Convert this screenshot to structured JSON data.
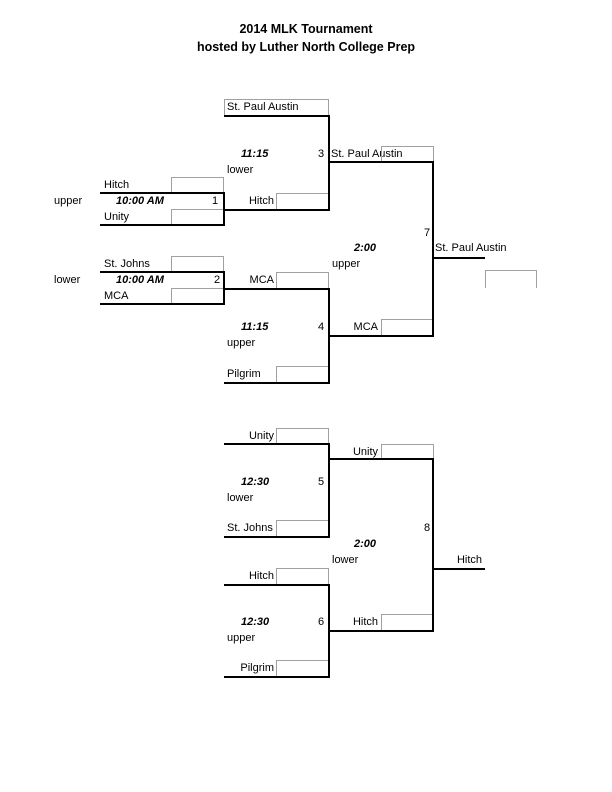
{
  "header": {
    "line1": "2014  MLK Tournament",
    "line2": "hosted by Luther North College Prep"
  },
  "games": {
    "g1": {
      "num": "1",
      "time": "10:00 AM",
      "team_top": "Hitch",
      "team_bottom": "Unity",
      "court": "upper"
    },
    "g2": {
      "num": "2",
      "time": "10:00 AM",
      "team_top": "St. Johns",
      "team_bottom": "MCA",
      "court": "lower"
    },
    "g3": {
      "num": "3",
      "time": "11:15",
      "court": "lower",
      "team_top": "St. Paul Austin",
      "team_bottom": "Hitch",
      "winner": "St. Paul Austin"
    },
    "g4": {
      "num": "4",
      "time": "11:15",
      "court": "upper",
      "team_top": "MCA",
      "team_bottom": "Pilgrim",
      "winner": "MCA"
    },
    "g7": {
      "num": "7",
      "time": "2:00",
      "court": "upper",
      "winner": "St. Paul Austin"
    },
    "g5": {
      "num": "5",
      "time": "12:30",
      "court": "lower",
      "team_top": "Unity",
      "team_bottom": "St. Johns",
      "winner": "Unity"
    },
    "g6": {
      "num": "6",
      "time": "12:30",
      "court": "upper",
      "team_top": "Hitch",
      "team_bottom": "Pilgrim",
      "winner": "Hitch"
    },
    "g8": {
      "num": "8",
      "time": "2:00",
      "court": "lower",
      "winner": "Hitch"
    }
  }
}
